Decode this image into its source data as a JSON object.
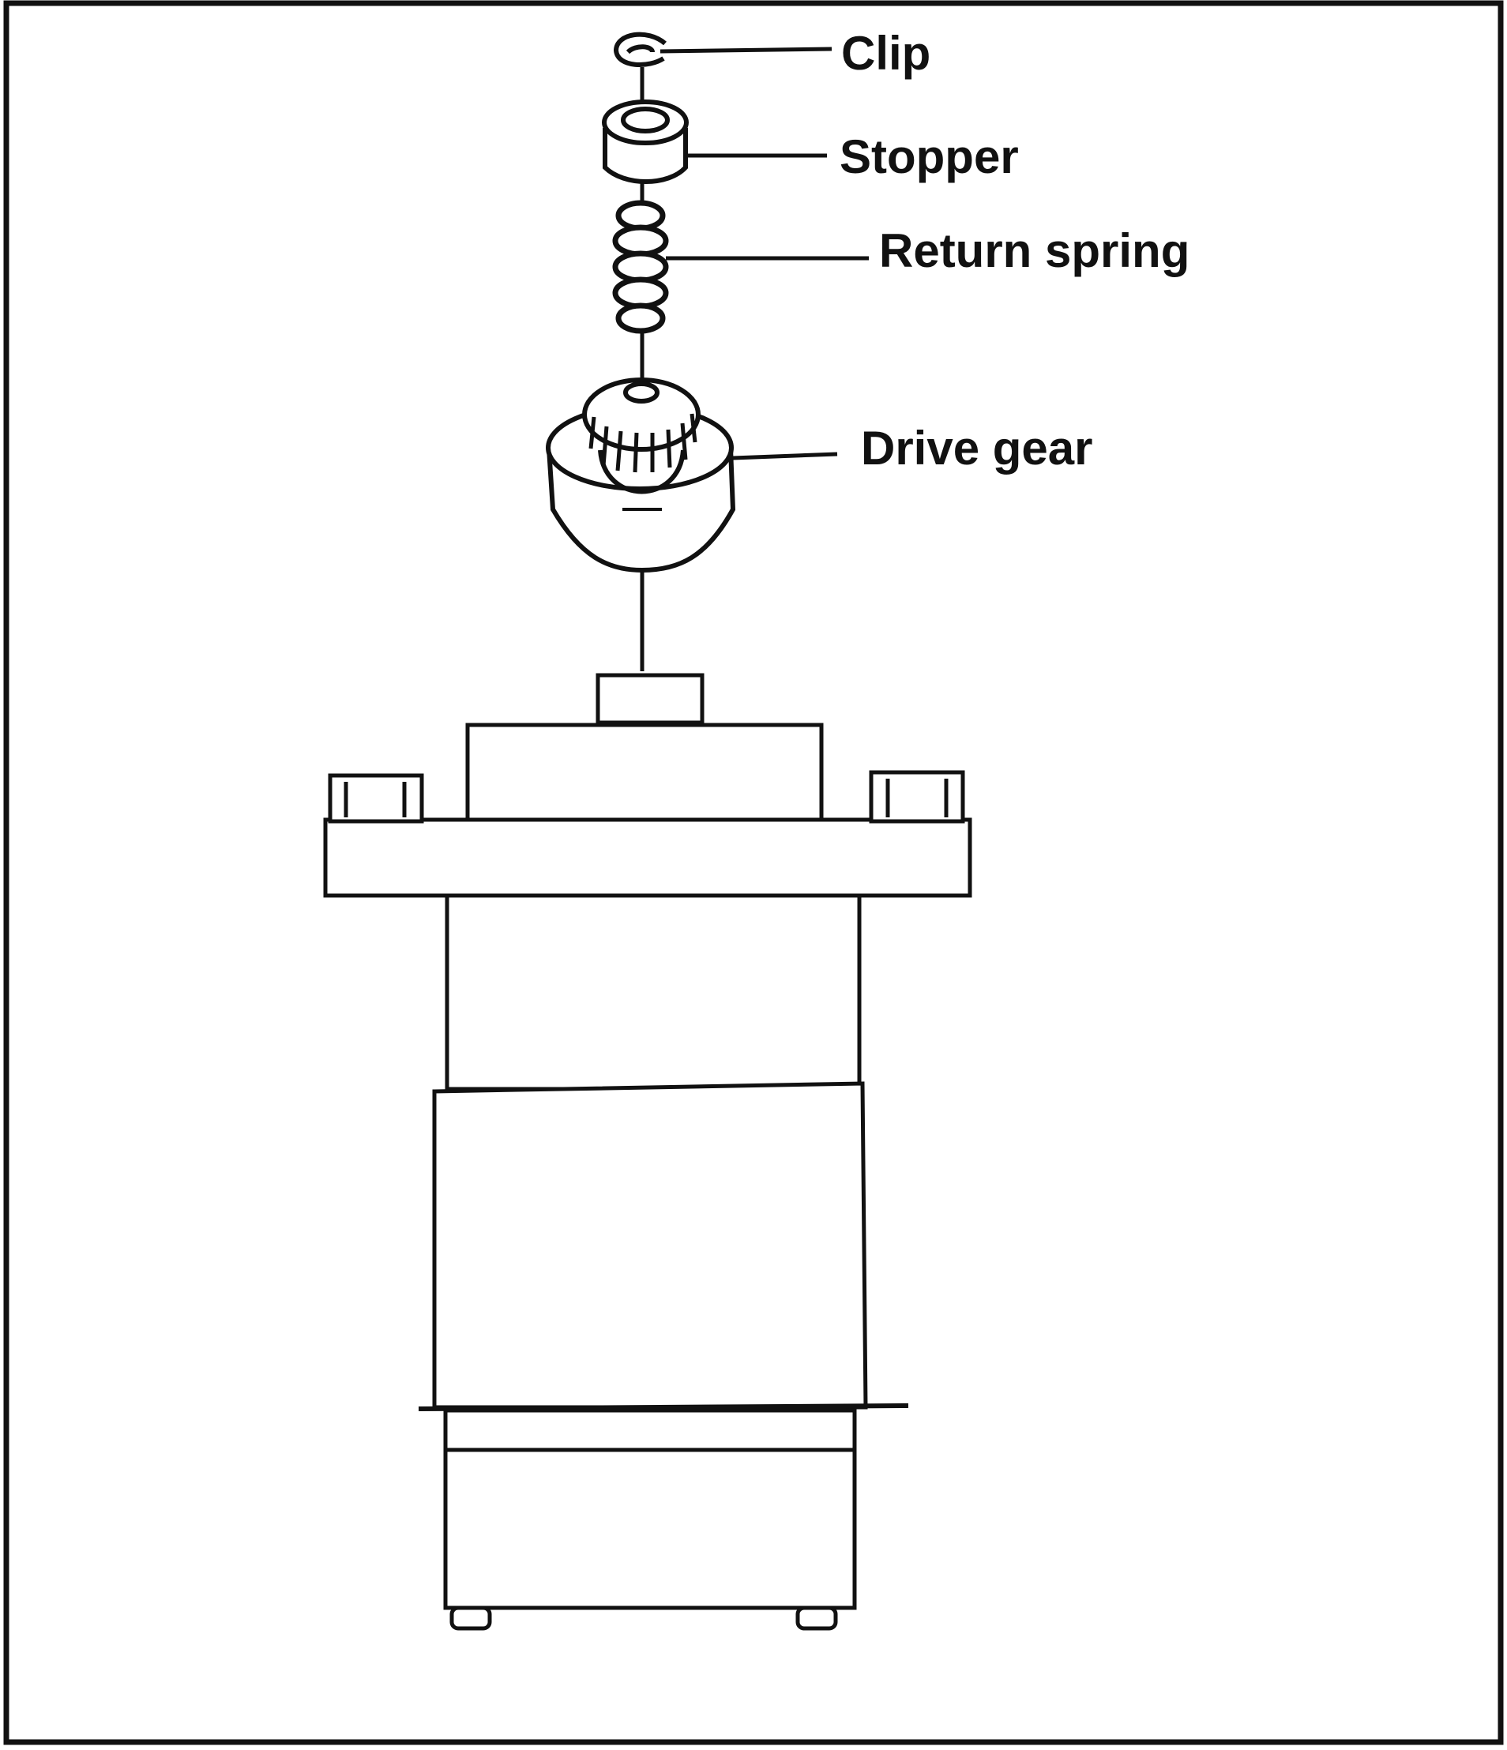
{
  "labels": {
    "clip": "Clip",
    "stopper": "Stopper",
    "return_spring": "Return spring",
    "drive_gear": "Drive gear"
  },
  "colors": {
    "ink": "#111111",
    "paper": "#ffffff"
  }
}
